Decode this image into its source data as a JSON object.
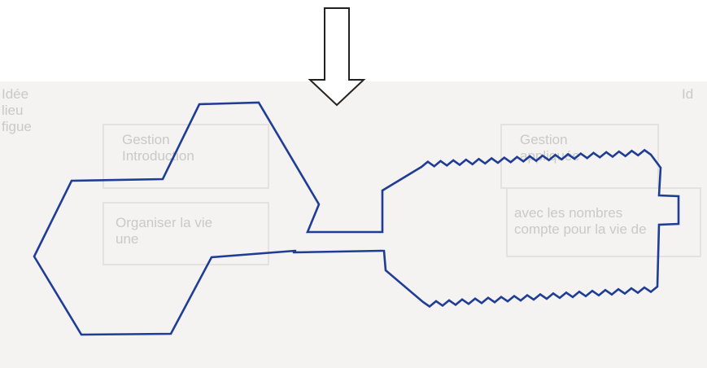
{
  "faded_scan": {
    "left_margin_text": "Idée\nlieu\nfigue",
    "right_margin_text": "Id",
    "box_left_title": "Gestion\nIntroduction",
    "box_left_body": "Organiser la vie\nune",
    "box_right_title": "Gestion\nappliquée",
    "box_right_body": "avec les nombres\ncompte pour la vie de"
  },
  "colors": {
    "outline": "#1f3d95",
    "arrow": "#222222",
    "scan_background": "#f4f3f1",
    "faded_ink": "#c9c9c6"
  },
  "shapes": {
    "arrow": "down-arrow-icon",
    "key_head": "hexagon-shape",
    "key_blade": "serrated-blade-shape"
  }
}
